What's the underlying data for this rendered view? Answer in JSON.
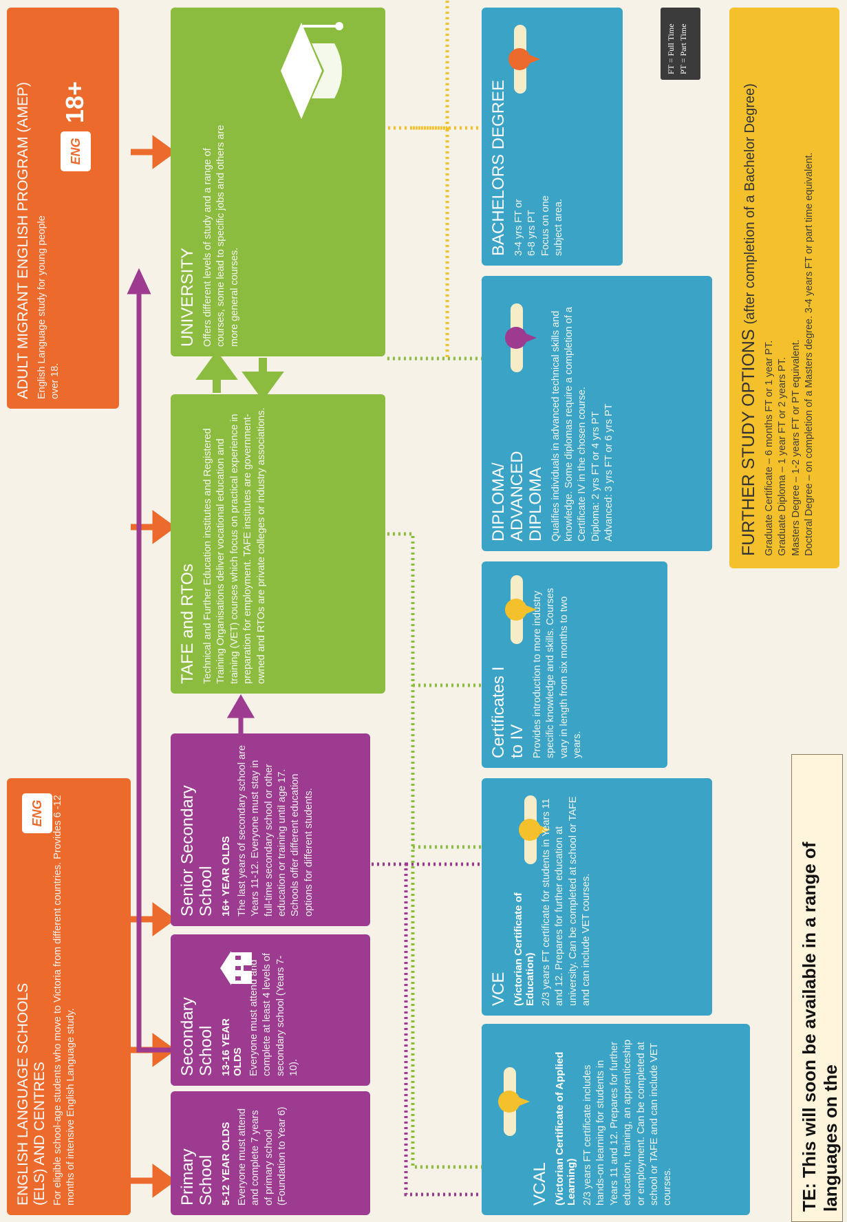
{
  "colors": {
    "orange": "#ec6a2c",
    "purple": "#9c3b8f",
    "green": "#8cbc3f",
    "blue": "#3aa3c6",
    "yellow": "#f4c12d",
    "background": "#f6f2e7"
  },
  "els": {
    "title": "ENGLISH LANGUAGE SCHOOLS (ELS) AND CENTRES",
    "text": "For eligible school-age students who move to Victoria from different countries. Provides 6 -12 months of intensive English Language study.",
    "badge": "ENG"
  },
  "amep": {
    "title": "ADULT MIGRANT ENGLISH PROGRAM (AMEP)",
    "text": "English Language study for young people over 18.",
    "badge": "ENG",
    "age": "18+"
  },
  "primary": {
    "title": "Primary School",
    "age": "5-12 YEAR OLDS",
    "text": "Everyone must attend and complete 7 years of primary school (Foundation to Year 6)"
  },
  "secondary": {
    "title": "Secondary School",
    "age": "13-16 YEAR OLDS",
    "text": "Everyone must attend and complete at least 4 levels of secondary school (Years 7-10)."
  },
  "senior": {
    "title": "Senior Secondary School",
    "age": "16+ YEAR OLDS",
    "text": "The last years of secondary school are Years 11-12. Everyone must stay in full-time secondary school or other education or training until age 17. Schools offer different education options for different students."
  },
  "tafe": {
    "title": "TAFE and RTOs",
    "text": "Technical and Further Education institutes and Registered Training Organisations deliver vocational education and training (VET) courses which focus on practical experience in preparation for employment. TAFE institutes are government-owned and RTOs are private colleges or industry associations."
  },
  "university": {
    "title": "UNIVERSITY",
    "text": "Offers different levels of study and a range of courses, some lead to specific jobs and others are more general courses."
  },
  "vcal": {
    "title": "VCAL",
    "subtitle": "(Victorian Certificate of Applied Learning)",
    "text": "2/3 years FT certificate includes hands-on learning for students in Years 11 and 12. Prepares for further education, training, an apprenticeship or employment. Can be completed at school or TAFE and can include VET courses."
  },
  "vce": {
    "title": "VCE",
    "subtitle": "(Victorian Certificate of Education)",
    "text": "2/3 years FT certificate for students in Years 11 and 12. Prepares for further education at university. Can be completed at school or TAFE and can include VET courses."
  },
  "certificates": {
    "title": "Certificates I to IV",
    "text": "Provides introduction to more industry specific knowledge and skills. Courses vary in length from six months to two years."
  },
  "diploma": {
    "title": "DIPLOMA/ ADVANCED DIPLOMA",
    "text": "Qualifies individuals in advanced technical skills and knowledge. Some diplomas require a completion of a Certificate IV in the chosen course.",
    "line1": "Diploma: 2 yrs FT or 4 yrs PT",
    "line2": "Advanced: 3 yrs FT or 6 yrs PT"
  },
  "bachelors": {
    "title": "BACHELORS DEGREE",
    "line1": "3-4 yrs FT or",
    "line2": "6-8 yrs PT",
    "line3": "Focus on one subject area."
  },
  "legend": {
    "ft": "FT = Full Time",
    "pt": "PT = Part Time"
  },
  "further": {
    "title": "FURTHER STUDY OPTIONS",
    "title_suffix": "(after completion of a Bachelor Degree)",
    "items": [
      "Graduate Certificate – 6 months FT or 1 year PT.",
      "Graduate Diploma – 1 year FT or 2 years PT.",
      "Masters Degree – 1-2 years FT or PT equivalent.",
      "Doctoral Degree – on completion of a Masters degree. 3-4 years FT or part time equivalent."
    ]
  },
  "note": {
    "text": "TE: This will soon be available in a range of languages on the"
  }
}
